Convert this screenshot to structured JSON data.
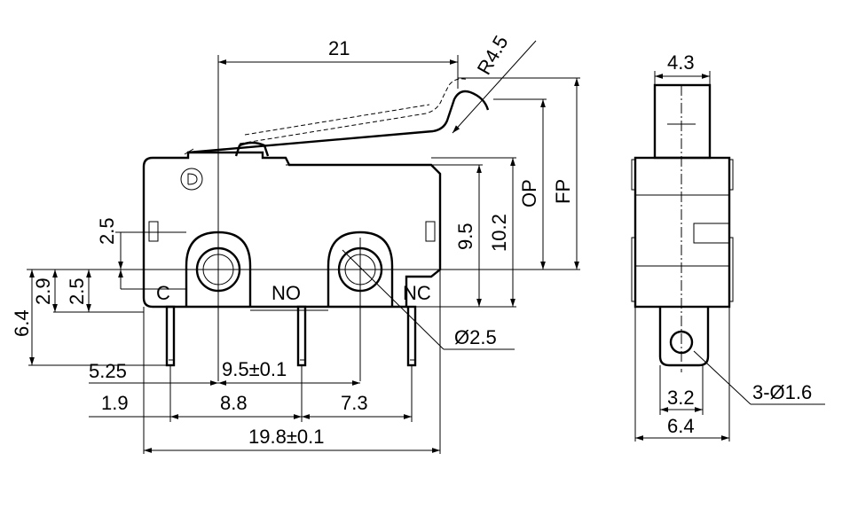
{
  "front_view": {
    "dim_overall_lever": "21",
    "dim_radius": "R4.5",
    "dim_op": "OP",
    "dim_fp": "FP",
    "dim_9_5": "9.5",
    "dim_10_2": "10.2",
    "dim_2_5_top": "2.5",
    "dim_2_9": "2.9",
    "dim_2_5_left": "2.5",
    "dim_6_4": "6.4",
    "dim_hole": "Ø2.5",
    "dim_5_25": "5.25",
    "dim_9_5_tol": "9.5±0.1",
    "dim_1_9": "1.9",
    "dim_8_8": "8.8",
    "dim_7_3": "7.3",
    "dim_width": "19.8±0.1",
    "terminal_c": "C",
    "terminal_no": "NO",
    "terminal_nc": "NC"
  },
  "side_view": {
    "dim_actuator_width": "4.3",
    "dim_pin_spacing": "3.2",
    "dim_body_width": "6.4",
    "dim_holes": "3-Ø1.6"
  }
}
